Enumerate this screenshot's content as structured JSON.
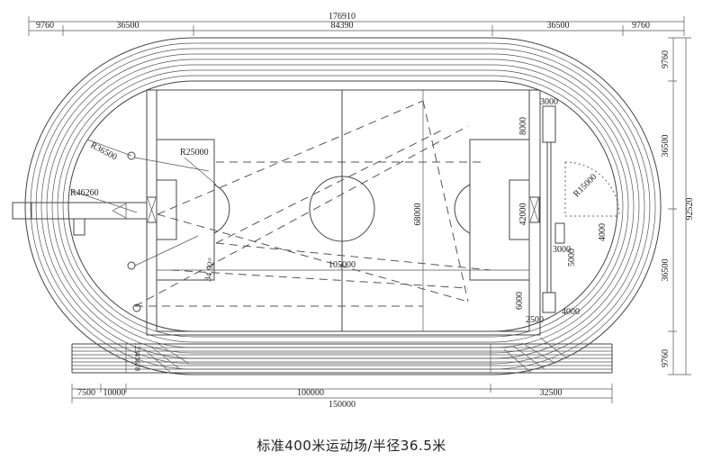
{
  "dimensions": {
    "top_total": "176910",
    "top_left_runup": "9760",
    "top_left_radius": "36500",
    "top_straight": "84390",
    "top_right_radius": "36500",
    "top_right_runup": "9760",
    "right_total": "92520",
    "right_top": "9760",
    "right_upper": "36500",
    "right_lower": "36500",
    "right_bottom": "9760",
    "bottom_total": "150000",
    "bottom_a": "7500",
    "bottom_b": "10000",
    "bottom_c": "100000",
    "bottom_d": "32500"
  },
  "field_labels": {
    "r36500": "R36500",
    "r46260": "R46260",
    "r25000": "R25000",
    "field_length": "105000",
    "field_width": "68000",
    "penalty_width": "42000",
    "angle": "34.92°",
    "l8000": "8000",
    "l3000_top": "3000",
    "r15000": "R15000",
    "l4000_v": "4000",
    "l3000": "3000",
    "l5000": "5000",
    "l6000": "6000",
    "l4000_h": "4000",
    "l2500": "2500",
    "lane_numbers": "12345678"
  },
  "caption": "标准400米运动场/半径36.5米"
}
